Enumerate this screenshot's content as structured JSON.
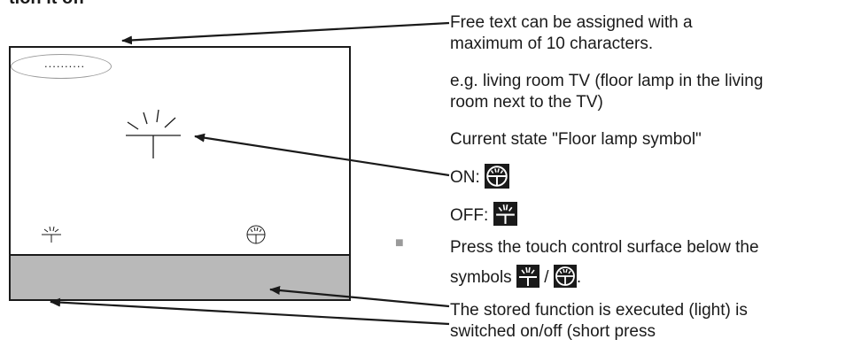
{
  "heading_fragment": "tion it off",
  "panel": {
    "text_placeholder": "..........",
    "touch_surface_label": ""
  },
  "annotations": {
    "free_text_line1": "Free text can be assigned with a",
    "free_text_line2": "maximum of 10 characters.",
    "example_line1": "e.g. living room TV (floor lamp in the living",
    "example_line2": "room next to the TV)",
    "current_state": "Current state \"Floor lamp symbol\"",
    "on_label": "ON:",
    "off_label": "OFF:",
    "bullet": "■",
    "press_line1": "Press the touch control surface below the",
    "press_line2_prefix": "symbols",
    "press_line2_sep": "/",
    "press_line2_suffix": ".",
    "stored_line1": "The stored function is executed (light) is",
    "stored_line2": "switched on/off (short press"
  },
  "icons": {
    "lamp_off": "floor-lamp-off-icon",
    "lamp_on": "floor-lamp-on-icon"
  },
  "colors": {
    "ink": "#1a1a1a",
    "touch_surface": "#b9b9b9",
    "oval": "#9a9a9a",
    "bullet": "#9a9a9a"
  }
}
